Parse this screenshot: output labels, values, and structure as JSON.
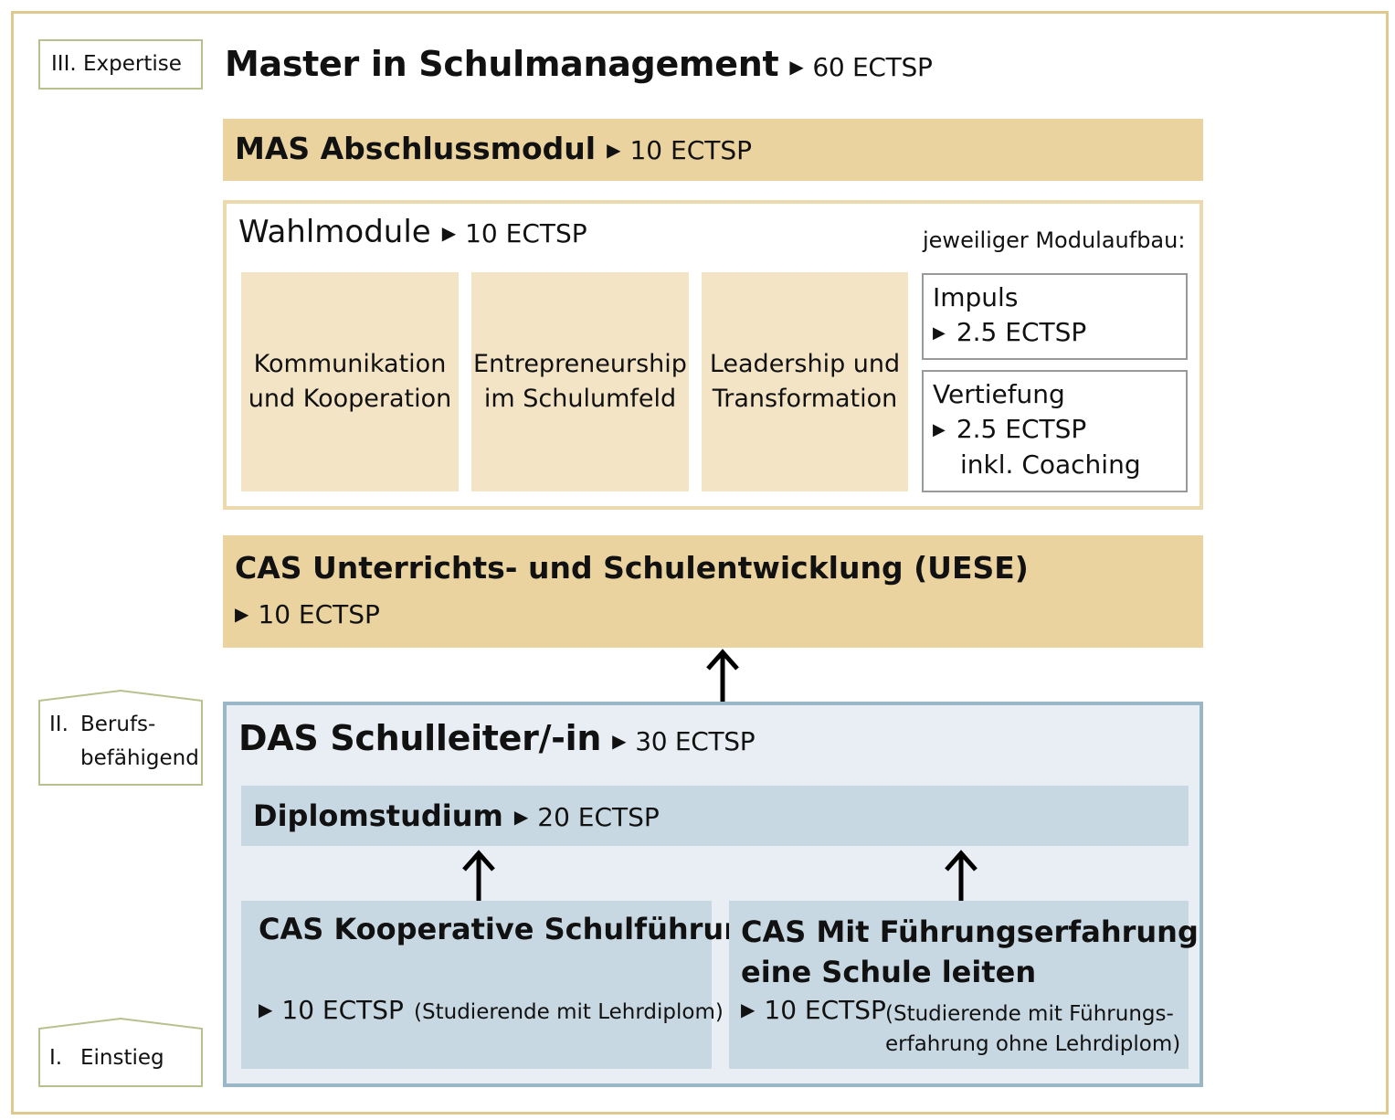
{
  "levels": {
    "expertise": "III.  Expertise",
    "beruf_num": "II.",
    "beruf_line1": "Berufs-",
    "beruf_line2": "befähigend",
    "einstieg_num": "I.",
    "einstieg_label": "Einstieg"
  },
  "master": {
    "title": "Master in Schulmanagement",
    "ects": "60 ECTSP"
  },
  "mas": {
    "title": "MAS Abschlussmodul",
    "ects": "10 ECTSP"
  },
  "wahl": {
    "title": "Wahlmodule",
    "ects": "10 ECTSP",
    "aufbau_label": "jeweiliger Modulaufbau:",
    "modules": [
      {
        "line1": "Kommunikation",
        "line2": "und Kooperation"
      },
      {
        "line1": "Entrepreneurship",
        "line2": "im Schulumfeld"
      },
      {
        "line1": "Leadership und",
        "line2": "Transformation"
      }
    ],
    "impuls": {
      "title": "Impuls",
      "ects": "2.5 ECTSP"
    },
    "vertiefung": {
      "title": "Vertiefung",
      "ects": "2.5 ECTSP",
      "extra": "inkl. Coaching"
    }
  },
  "cas_uese": {
    "title": "CAS Unterrichts- und Schulentwicklung (UESE)",
    "ects": "10 ECTSP"
  },
  "das": {
    "title": "DAS Schulleiter/-in",
    "ects": "30 ECTSP"
  },
  "diplom": {
    "title": "Diplomstudium",
    "ects": "20 ECTSP"
  },
  "cas_koop": {
    "title": "CAS Kooperative Schulführung",
    "ects": "10 ECTSP",
    "note": "(Studierende mit Lehrdiplom)"
  },
  "cas_fuehr": {
    "title_line1": "CAS Mit Führungserfahrung",
    "title_line2": "eine Schule leiten",
    "ects": "10 ECTSP",
    "note_line1": "(Studierende mit Führungs-",
    "note_line2": "erfahrung ohne Lehrdiplom)"
  },
  "colors": {
    "gold_fill": "#ead39f",
    "cream_fill": "#f3e4c6",
    "gold_border": "#e0c98e",
    "blue_border": "#9ab7c8",
    "blue_light": "#e9eef4",
    "blue_band": "#c8d8e2",
    "level_tag_border": "#b9c08d"
  }
}
